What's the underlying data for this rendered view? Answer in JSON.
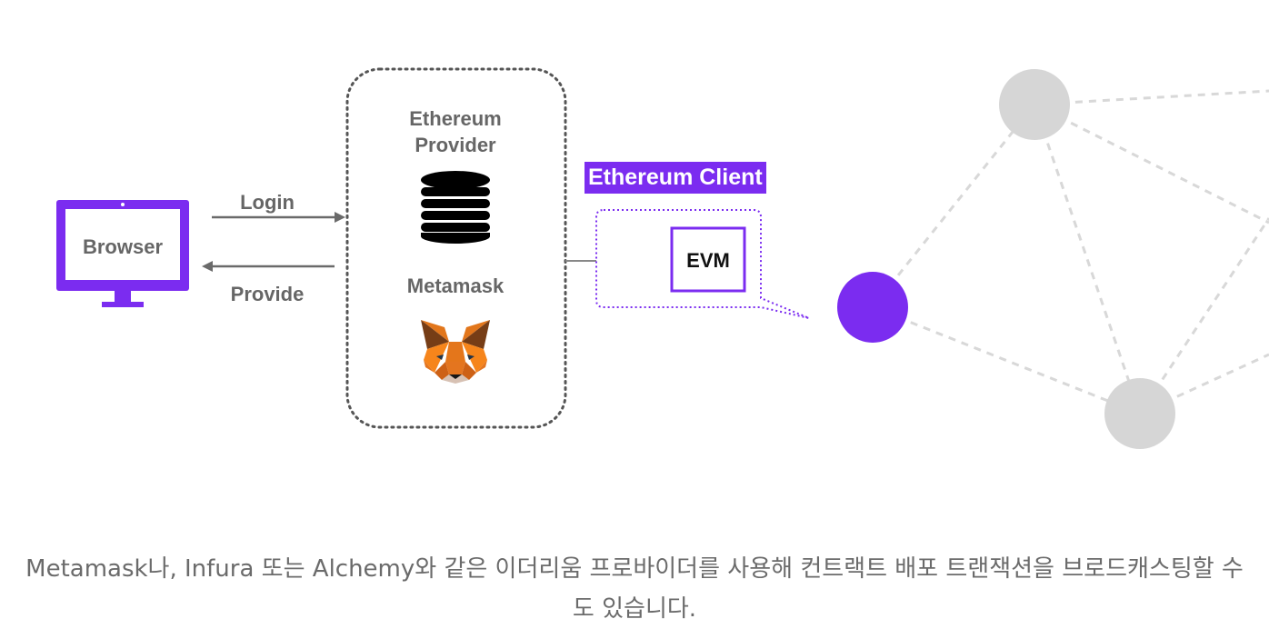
{
  "browser": {
    "label": "Browser"
  },
  "arrows": {
    "login": "Login",
    "provide": "Provide"
  },
  "provider": {
    "title_line1": "Ethereum",
    "title_line2": "Provider",
    "metamask": "Metamask"
  },
  "client": {
    "label": "Ethereum Client",
    "evm": "EVM"
  },
  "caption": "Metamask나, Infura 또는 Alchemy와 같은 이더리움 프로바이더를 사용해 컨트랙트 배포 트랜잭션을 브로드캐스팅할 수 도 있습니다.",
  "colors": {
    "accent": "#7b2cf0",
    "text": "#666666",
    "node": "#d6d6d6",
    "fox": "#e2761b"
  },
  "icons": [
    "monitor-icon",
    "database-icon",
    "metamask-fox-icon"
  ]
}
